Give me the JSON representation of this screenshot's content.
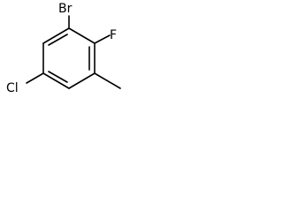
{
  "molecule": {
    "atoms": {
      "bromine": "Br",
      "fluorine": "F",
      "chlorine": "Cl"
    },
    "colors": {
      "bond": "#000000",
      "label": "#000000",
      "background": "#ffffff"
    }
  }
}
